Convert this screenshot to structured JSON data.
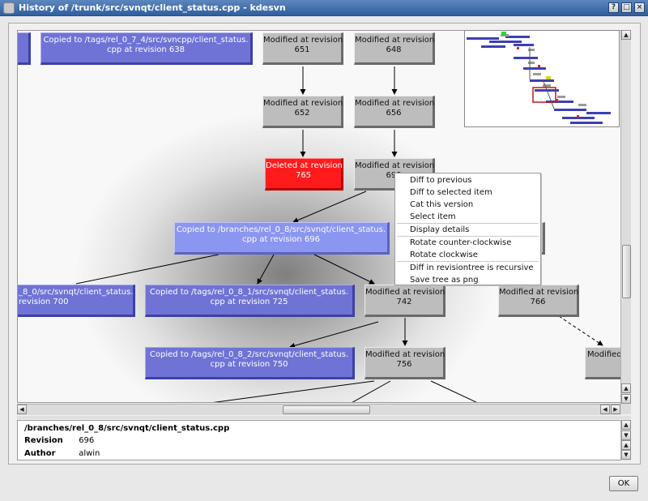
{
  "window": {
    "title": "History of /trunk/src/svnqt/client_status.cpp - kdesvn"
  },
  "graph": {
    "nodes": {
      "n_copied_0_7_4": {
        "line1": "Copied to /tags/rel_0_7_4/src/svncpp/client_status.",
        "line2": "cpp at revision 638"
      },
      "n_651": {
        "line1": "Modified at revision",
        "line2": "651"
      },
      "n_648": {
        "line1": "Modified at revision",
        "line2": "648"
      },
      "n_652": {
        "line1": "Modified at revision",
        "line2": "652"
      },
      "n_656": {
        "line1": "Modified at revision",
        "line2": "656"
      },
      "n_765": {
        "line1": "Deleted at revision",
        "line2": "765"
      },
      "n_698": {
        "line1": "Modified at revision",
        "line2": "698"
      },
      "n_696": {
        "line1": "Copied to /branches/rel_0_8/src/svnqt/client_status.",
        "line2": "cpp at revision 696"
      },
      "n_700": {
        "line1": "_8_0/src/svnqt/client_status.",
        "line2": "revision 700"
      },
      "n_725": {
        "line1": "Copied to /tags/rel_0_8_1/src/svnqt/client_status.",
        "line2": "cpp at revision 725"
      },
      "n_742": {
        "line1": "Modified at revision",
        "line2": "742"
      },
      "n_766": {
        "line1": "Modified at revision",
        "line2": "766"
      },
      "n_750": {
        "line1": "Copied to /tags/rel_0_8_2/src/svnqt/client_status.",
        "line2": "cpp at revision 750"
      },
      "n_756": {
        "line1": "Modified at revision",
        "line2": "756"
      },
      "n_right": {
        "line1": "Modified",
        "line2": ""
      }
    }
  },
  "context_menu": {
    "items": [
      "Diff to previous",
      "Diff to selected item",
      "Cat this version",
      "Select item",
      "Display details",
      "Rotate counter-clockwise",
      "Rotate clockwise",
      "Diff in revisiontree is recursive",
      "Save tree as png"
    ]
  },
  "details": {
    "path": "/branches/rel_0_8/src/svnqt/client_status.cpp",
    "revision_label": "Revision",
    "revision_value": "696",
    "author_label": "Author",
    "author_value": "alwin"
  },
  "buttons": {
    "ok_label": "OK"
  },
  "colors": {
    "modified": "#bdbdbd",
    "copied": "#6f73d6",
    "deleted": "#ff1b1b",
    "selected": "#8a96f0"
  }
}
